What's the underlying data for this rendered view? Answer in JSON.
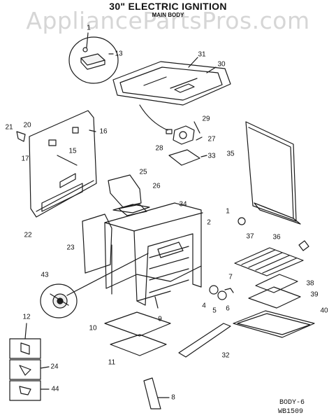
{
  "watermark": "AppliancePartsPros.com",
  "title": "30\" ELECTRIC IGNITION",
  "subtitle": "MAIN BODY",
  "footer": {
    "line1": "BODY-6",
    "line2": "WB1509"
  },
  "callouts": [
    "1",
    "13",
    "31",
    "30",
    "29",
    "27",
    "28",
    "33",
    "21",
    "20",
    "16",
    "15",
    "17",
    "22",
    "25",
    "26",
    "34",
    "2",
    "35",
    "23",
    "43",
    "1",
    "37",
    "36",
    "7",
    "38",
    "39",
    "40",
    "4",
    "5",
    "6",
    "9",
    "10",
    "11",
    "12",
    "24",
    "44",
    "32",
    "8"
  ]
}
